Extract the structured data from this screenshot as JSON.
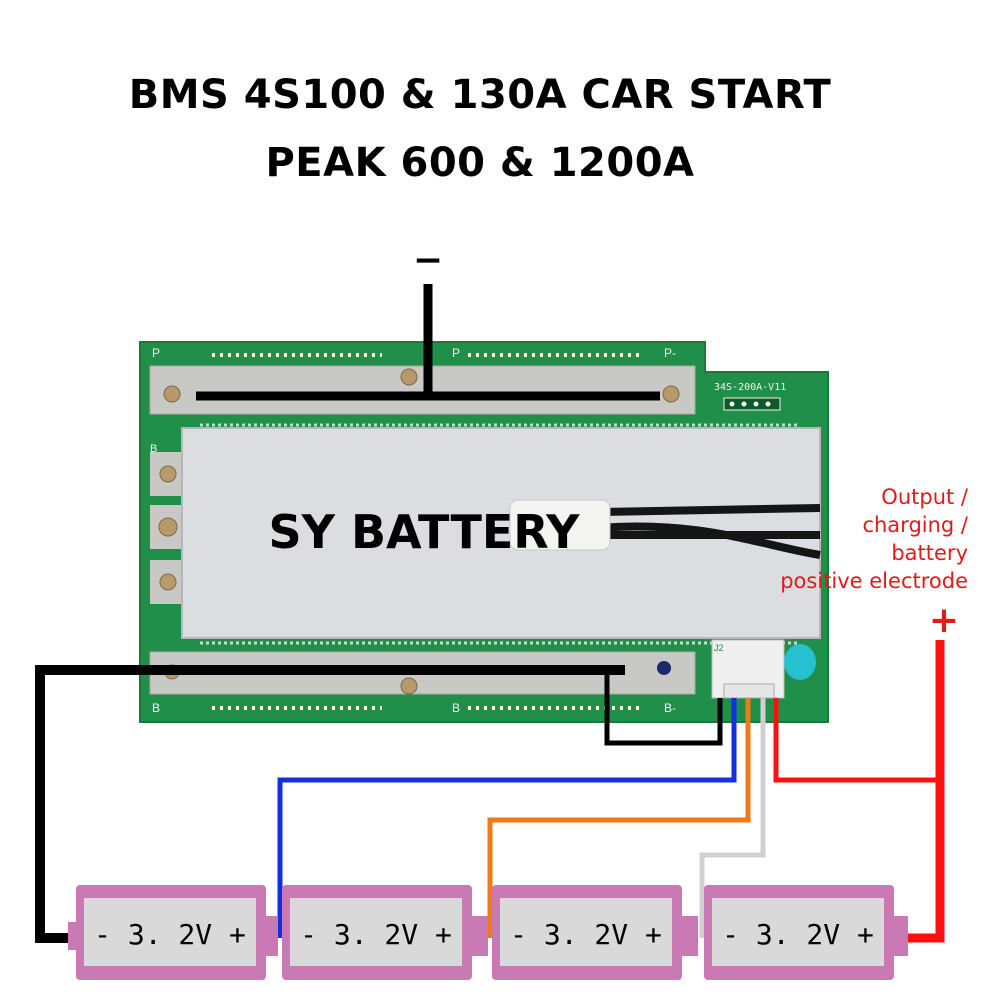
{
  "title": {
    "line1": "BMS 4S100 & 130A CAR START",
    "line2": "PEAK 600 & 1200A"
  },
  "board": {
    "label": "SY BATTERY",
    "model": "34S-200A-V11",
    "terminal_p_top_left": "P",
    "terminal_p_top_mid": "P",
    "terminal_p_top_right": "P-",
    "terminal_b_bottom_left": "B",
    "terminal_b_bottom_mid": "B",
    "terminal_b_bottom_right": "B-",
    "side_label": "B",
    "connector_label": "J2"
  },
  "negative_terminal": {
    "symbol": "−"
  },
  "positive_note": {
    "lines": [
      "Output /",
      "charging /",
      "battery",
      "positive electrode"
    ],
    "symbol": "+"
  },
  "cells": [
    {
      "text": "- 3. 2V +"
    },
    {
      "text": "- 3. 2V +"
    },
    {
      "text": "- 3. 2V +"
    },
    {
      "text": "- 3. 2V +"
    }
  ],
  "colors": {
    "pcb": "#1f8f4a",
    "pcb_dark": "#177a3c",
    "busbar": "#c8c8c4",
    "heatsink": "#dcdde0",
    "cell_body": "#c97ab5",
    "cell_face": "#d9d9d9",
    "wire_black": "#000000",
    "wire_blue": "#1230e0",
    "wire_orange": "#f07a1a",
    "wire_white": "#d8d8d8",
    "wire_red": "#ff1010",
    "note_red": "#e21a1a"
  }
}
